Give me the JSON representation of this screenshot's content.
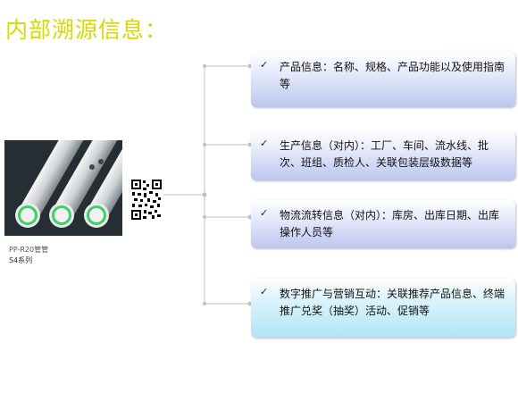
{
  "slide": {
    "title": "内部溯源信息："
  },
  "product": {
    "name": "PP-R20管管",
    "series": "S4系列"
  },
  "qr_code": {
    "icon": "qr-code-icon"
  },
  "items": [
    {
      "check": "✓",
      "text": "产品信息：名称、规格、产品功能以及使用指南等"
    },
    {
      "check": "✓",
      "text": "生产信息（对内）：工厂、车间、流水线、批次、班组、质检人、关联包装层级数据等"
    },
    {
      "check": "✓",
      "text": "物流流转信息（对内）：库房、出库日期、出库操作人员等"
    },
    {
      "check": "✓",
      "text": "数字推广与营销互动：关联推荐产品信息、终端推广兑奖（抽奖）活动、促销等"
    }
  ],
  "colors": {
    "title": "#d8d800",
    "card_blue_bottom": "#bcc6ef",
    "card_cyan_bottom": "#b1e4f6",
    "connector": "#c0c0c0"
  }
}
